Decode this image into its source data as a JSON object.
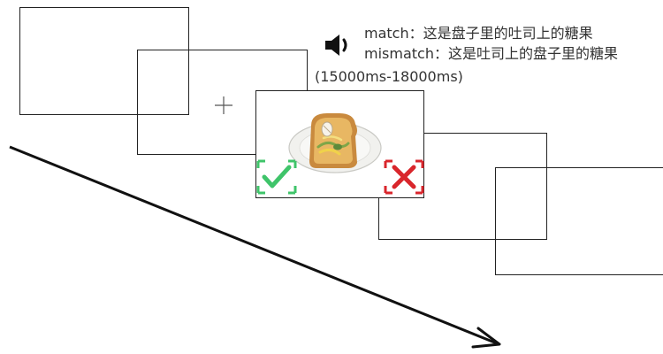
{
  "audio": {
    "match_label": "match：这是盘子里的吐司上的糖果",
    "mismatch_label": "mismatch：这是吐司上的盘子里的糖果",
    "duration": "(15000ms-18000ms)"
  },
  "colors": {
    "frame_border": "#222222",
    "correct_green": "#3fc46a",
    "wrong_red": "#d9262c",
    "arrow": "#111111"
  },
  "icons": {
    "speaker": "speaker-icon",
    "fixation": "fixation-cross-icon",
    "food": "toast-on-plate-image",
    "correct": "check-mark-icon",
    "incorrect": "x-mark-icon",
    "time": "time-arrow"
  }
}
